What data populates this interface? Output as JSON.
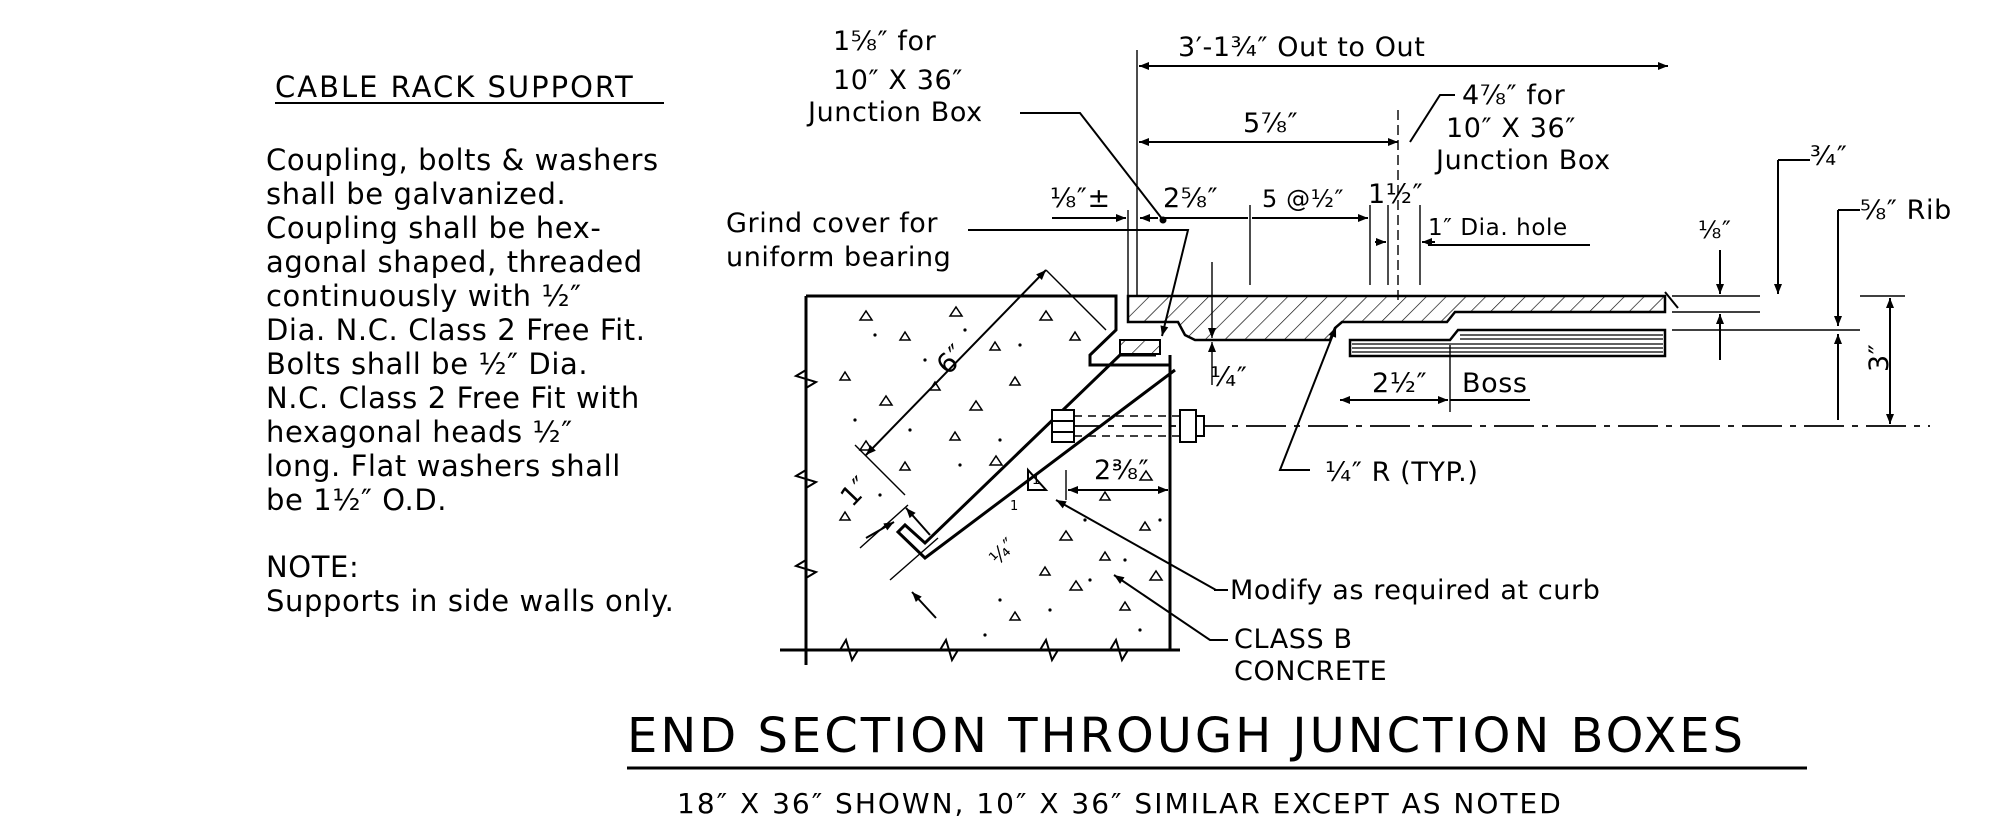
{
  "notes": {
    "heading": "CABLE RACK SUPPORT",
    "lines": [
      "Coupling, bolts &  washers",
      "shall be  galvanized.",
      "Coupling  shall be  hex-",
      "agonal shaped, threaded",
      "continuously  with  ½″",
      "Dia. N.C. Class  2  Free  Fit.",
      "Bolts  shall be  ½″ Dia.",
      "N.C. Class  2  Free  Fit with",
      "hexagonal heads  ½″",
      "long. Flat washers  shall",
      "be    1½″  O.D."
    ],
    "note_label": "NOTE:",
    "note_text": "Supports  in  side  walls  only."
  },
  "labels": {
    "jb10_a": "1⅝″  for",
    "jb10_b": "10″  X   36″",
    "jb10_c": "Junction  Box",
    "out_to_out": "3′-1¾″  Out  to  Out",
    "d_5_7_8": "5⅞″",
    "jb_r_a": "4⅞″  for",
    "jb_r_b": "10″  X   36″",
    "jb_r_c": "Junction  Box",
    "d_3_4": "¾″",
    "d_5_8_rib": "⅝″  Rib",
    "d_1_8_pm": "⅛″±",
    "d_2_5_8": "2⅝″",
    "d_5_at_half": "5  @½″",
    "d_1_1_2": "1½″",
    "d_hole": "1″ Dia. hole",
    "d_1_8": "⅛″",
    "grind_a": "Grind  cover  for",
    "grind_b": "uniform  bearing",
    "d_6": "6″",
    "d_1_4": "¼″",
    "d_2_1_2": "2½″",
    "boss": "Boss",
    "d_3": "3″",
    "d_1_4_r": "¼″  R  (TYP.)",
    "d_2_3_8": "2⅜″",
    "d_1": "1″",
    "d_1_4_angle": "¼″",
    "slope": "1",
    "modify": "Modify  as  required  at  curb",
    "class_b": "CLASS  B",
    "concrete": "CONCRETE"
  },
  "title": "END  SECTION  THROUGH  JUNCTION  BOXES",
  "subtitle": "18″  X   36″  SHOWN,  10″  X   36″  SIMILAR  EXCEPT  AS  NOTED"
}
